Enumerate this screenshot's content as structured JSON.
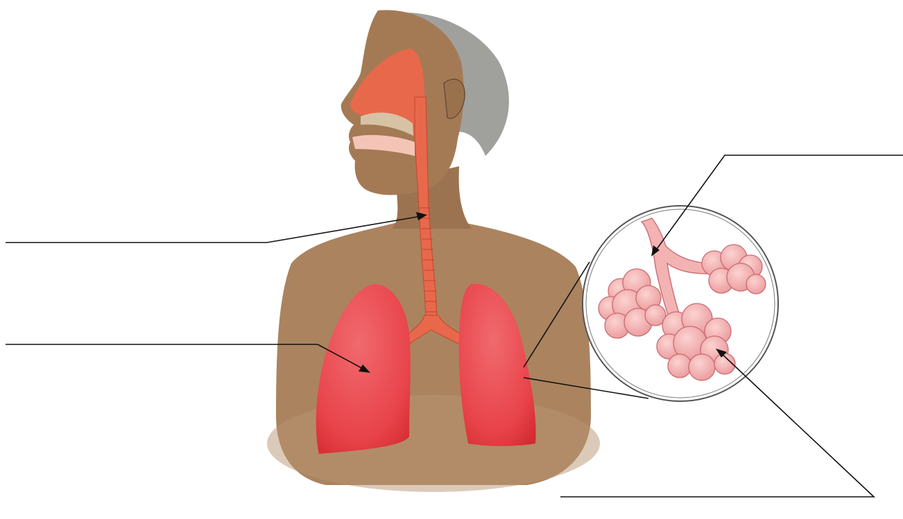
{
  "diagram": {
    "labels": [
      {
        "id": "trachea",
        "text": ""
      },
      {
        "id": "lung",
        "text": ""
      },
      {
        "id": "bronchiole",
        "text": ""
      },
      {
        "id": "alveoli",
        "text": ""
      }
    ]
  },
  "colors": {
    "background": "#ffffff",
    "skin": "#a47a55",
    "skin_shade": "#8a6443",
    "hair": "#8f8f8c",
    "airway": "#e8684b",
    "airway_dark": "#c4452d",
    "lung": "#e8434a",
    "lung_dark": "#d42a31",
    "alveoli": "#f2a7a7",
    "alveoli_line": "#c96c72",
    "leader_line": "#111111"
  },
  "icons": {
    "figure": "human-respiratory-system",
    "magnifier": "alveoli-magnifier-circle"
  }
}
